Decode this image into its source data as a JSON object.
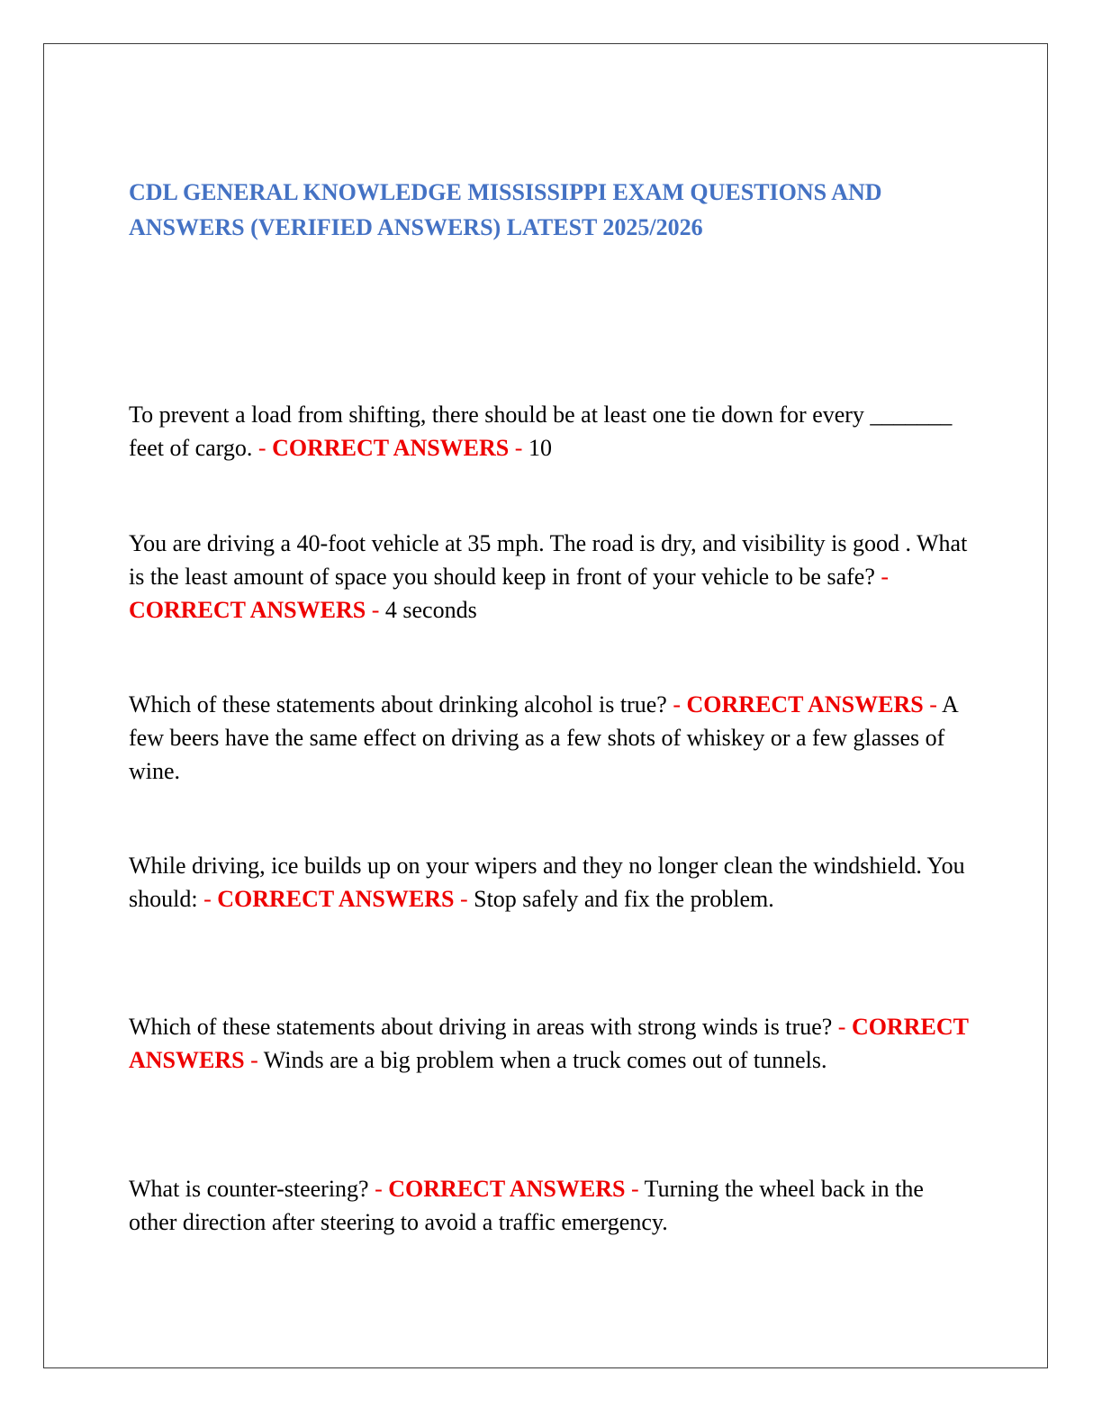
{
  "document": {
    "title": "CDL GENERAL KNOWLEDGE MISSISSIPPI EXAM QUESTIONS AND ANSWERS (VERIFIED ANSWERS) LATEST 2025/2026",
    "separator": "-",
    "answer_marker": "CORRECT ANSWERS",
    "colors": {
      "title": "#4472c4",
      "marker": "#ee0000",
      "text": "#000000"
    },
    "items": [
      {
        "question": "To prevent a load from shifting, there should be at least one tie down for every _______ feet of cargo.",
        "answer": "10"
      },
      {
        "question": "You are driving a 40-foot vehicle at 35 mph. The road is dry, and visibility is good . What is the least amount of space you should keep in front of your vehicle to be safe?",
        "answer": "4 seconds"
      },
      {
        "question": "Which of these statements about drinking alcohol is true?",
        "answer": "A few beers have the same effect on driving as a few shots of whiskey or a few glasses of wine."
      },
      {
        "question": "While driving, ice builds up on your wipers and they no longer clean the windshield. You should:",
        "answer": "Stop safely and fix the problem."
      },
      {
        "question": "Which of these statements about driving in areas with strong winds is true?",
        "answer": "Winds are a big problem when a truck comes out of tunnels."
      },
      {
        "question": "What is counter-steering?",
        "answer": "Turning the wheel back in the other direction after steering to avoid a traffic emergency."
      }
    ]
  }
}
